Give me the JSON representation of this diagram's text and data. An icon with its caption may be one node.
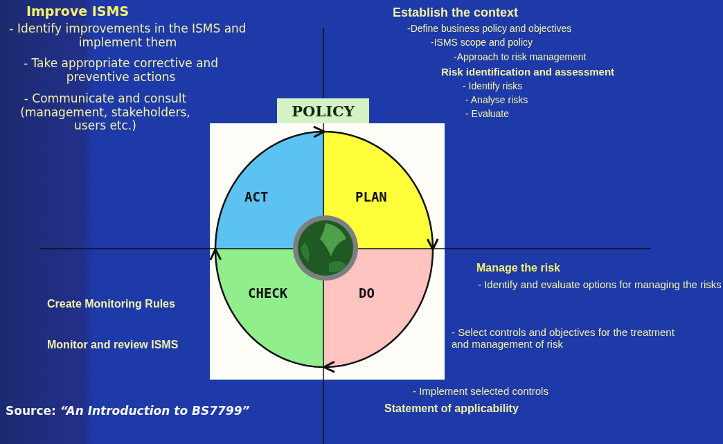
{
  "diagram": {
    "caption": "Source: *“An Introduction to BS7799”*",
    "nodes": [
      {
        "text": [
          "POLICY"
        ]
      },
      {
        "text": [
          "ACT"
        ]
      },
      {
        "text": [
          "PLAN"
        ]
      },
      {
        "text": [
          "CHECK"
        ]
      },
      {
        "text": [
          "DO"
        ]
      }
    ],
    "edges": [
      {
        "from": 1,
        "to": 2,
        "arrow": "to"
      },
      {
        "from": 2,
        "to": 4,
        "arrow": "to"
      },
      {
        "from": 4,
        "to": 3,
        "arrow": "to"
      },
      {
        "from": 3,
        "to": 1,
        "arrow": "to"
      }
    ],
    "labels": [
      "Improve ISMS",
      "- Identify improvements in the ISMS and implement them",
      "- Take appropriate corrective and preventive actions",
      "- Communicate and consult (management, stakeholders, users etc.)",
      "Establish the context",
      "-Define business policy and objectives",
      "-ISMS scope and policy",
      "-Approach to risk management",
      "Risk identification and assessment",
      "- Identify risks",
      "- Analyse risks",
      "- Evaluate",
      "Create Monitoring Rules",
      "Monitor and review ISMS",
      "Manage the risk",
      "- Identify and evaluate options for managing the risks",
      "- Select controls and objectives for the treatment and management of risk",
      "- Implement selected controls",
      "Statement of applicability"
    ]
  }
}
